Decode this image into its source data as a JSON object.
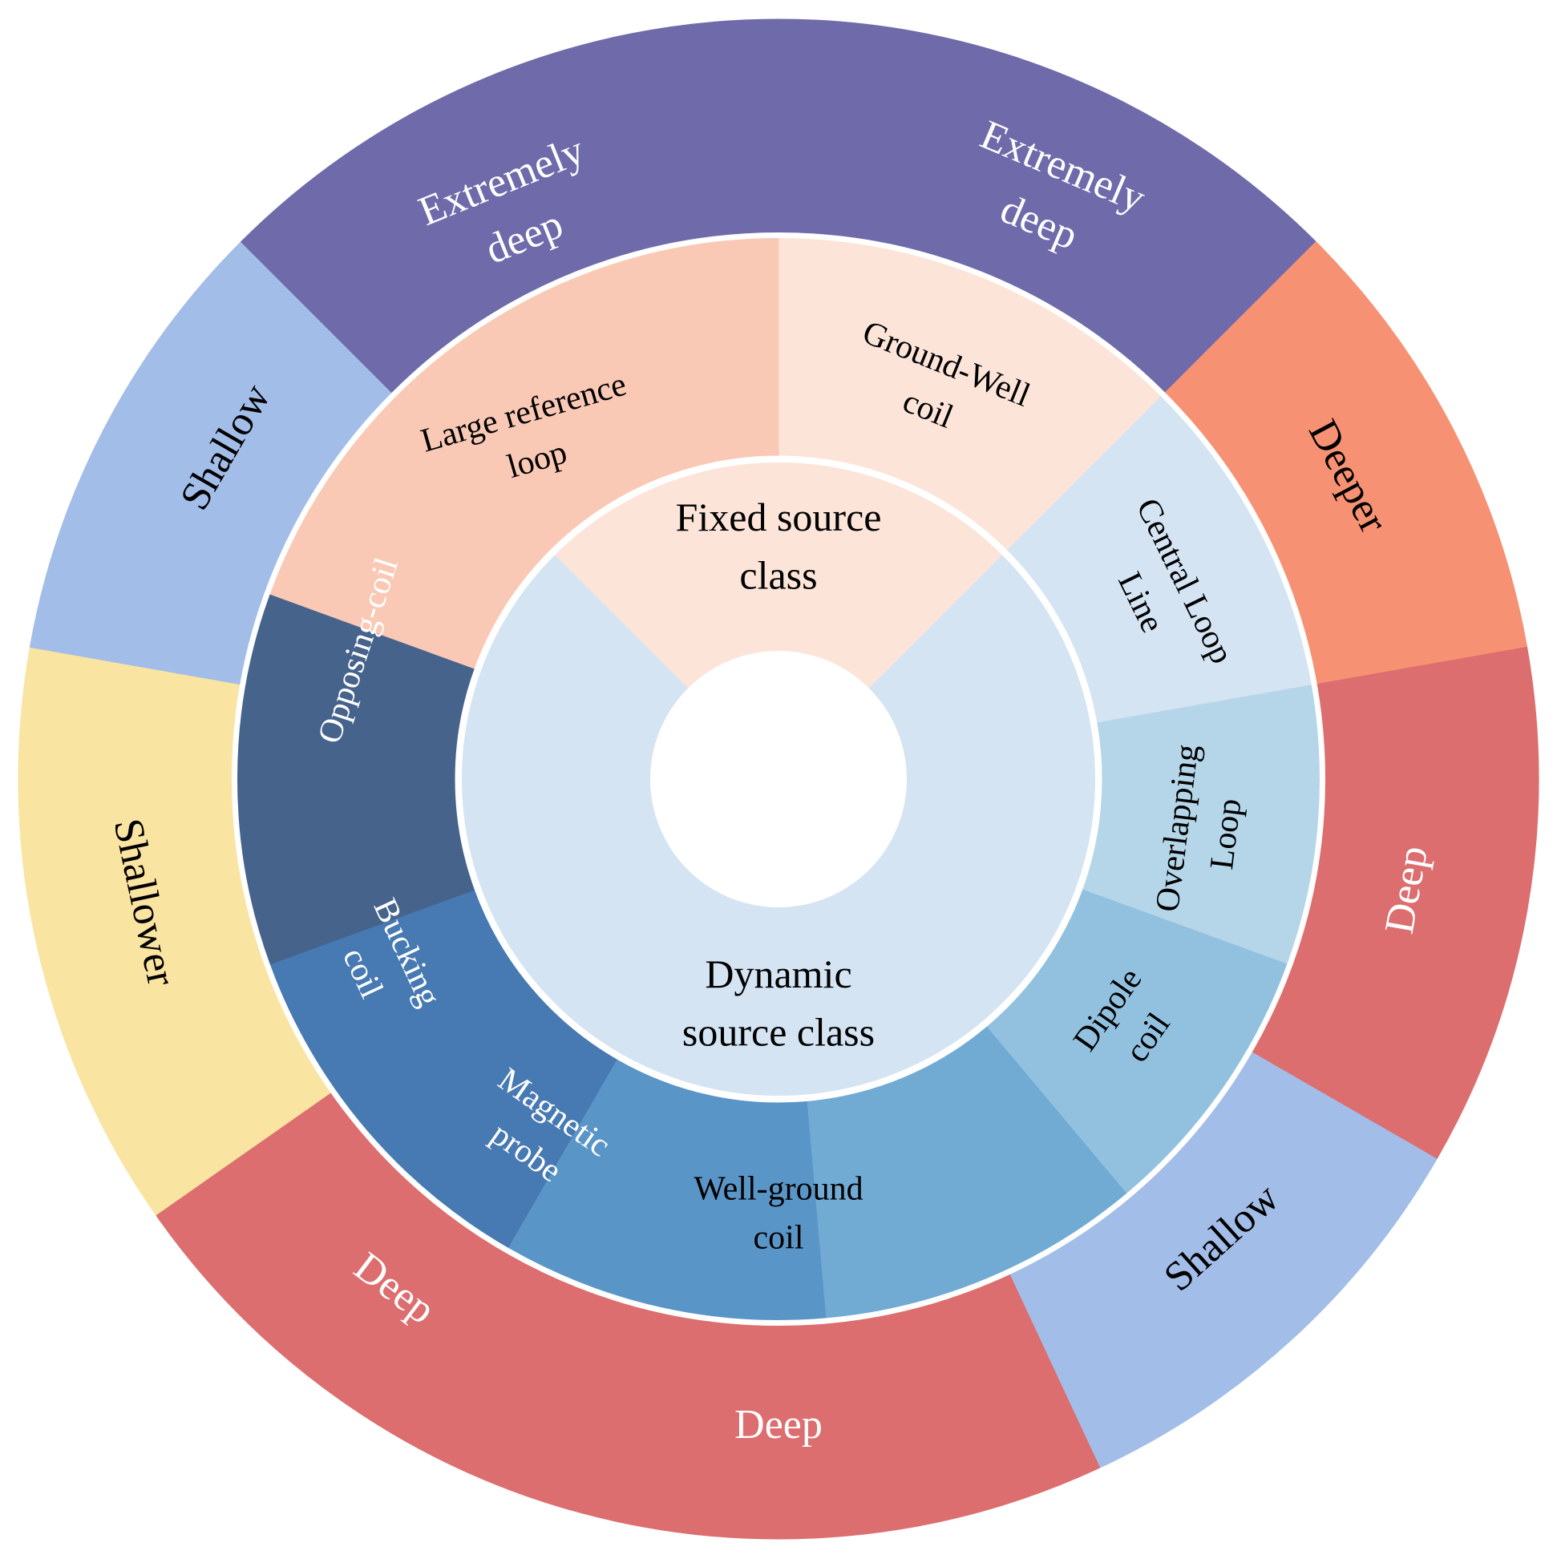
{
  "inner_ring": [
    {
      "lines": [
        "Fixed source",
        "class"
      ],
      "color": "#fce4d9",
      "text_color": "#000000"
    },
    {
      "lines": [
        "Dynamic",
        "source class"
      ],
      "color": "#d4e4f3",
      "text_color": "#000000"
    }
  ],
  "middle_ring": [
    {
      "lines": [
        "Ground-Well",
        "coil"
      ],
      "color": "#fce4d9",
      "text_color": "#000000"
    },
    {
      "lines": [
        "Central Loop",
        "Line"
      ],
      "color": "#d4e4f3",
      "text_color": "#000000"
    },
    {
      "lines": [
        "Overlapping",
        "Loop"
      ],
      "color": "#b5d6e9",
      "text_color": "#000000"
    },
    {
      "lines": [
        "Dipole",
        "coil"
      ],
      "color": "#92c1df",
      "text_color": "#000000"
    },
    {
      "lines": [
        "Well-ground",
        "coil"
      ],
      "color": "#71abd4",
      "text_color": "#000000"
    },
    {
      "lines": [
        "Magnetic",
        "probe"
      ],
      "color": "#5a95c8",
      "text_color": "#ffffff"
    },
    {
      "lines": [
        "Bucking",
        "coil"
      ],
      "color": "#477ab2",
      "text_color": "#ffffff"
    },
    {
      "lines": [
        "Opposing-coil"
      ],
      "color": "#46638c",
      "text_color": "#ffffff"
    },
    {
      "lines": [
        "Large reference",
        "loop"
      ],
      "color": "#fac9b5",
      "text_color": "#000000"
    }
  ],
  "outer_ring": [
    {
      "lines": [
        "Extremely",
        "deep"
      ],
      "color": "#6f6bab",
      "text_color": "#ffffff"
    },
    {
      "lines": [
        "Deeper"
      ],
      "color": "#f69273",
      "text_color": "#000000"
    },
    {
      "lines": [
        "Deep"
      ],
      "color": "#dc6e6f",
      "text_color": "#ffffff"
    },
    {
      "lines": [
        "Shallow"
      ],
      "color": "#a2bde8",
      "text_color": "#000000"
    },
    {
      "lines": [
        "Deep"
      ],
      "color": "#dc6e6f",
      "text_color": "#ffffff"
    },
    {
      "lines": [
        "Deep"
      ],
      "color": "#dc6e6f",
      "text_color": "#ffffff"
    },
    {
      "lines": [
        "Shallower"
      ],
      "color": "#f9e4a2",
      "text_color": "#000000"
    },
    {
      "lines": [
        "Shallow"
      ],
      "color": "#a2bde8",
      "text_color": "#000000"
    },
    {
      "lines": [
        "Extremely",
        "deep"
      ],
      "color": "#6f6bab",
      "text_color": "#ffffff"
    }
  ]
}
